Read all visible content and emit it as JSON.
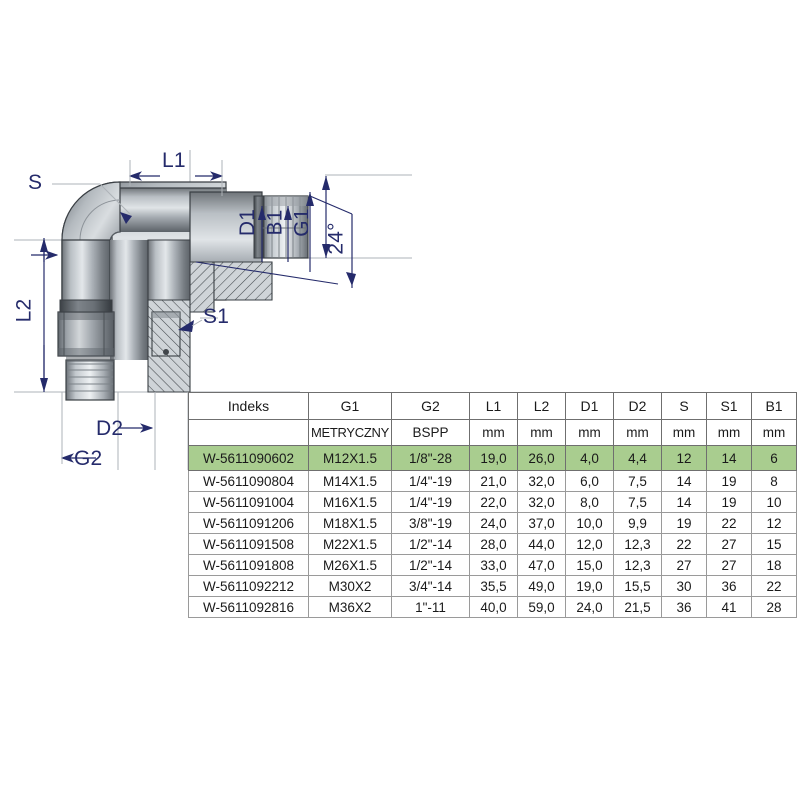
{
  "drawing": {
    "title": "90-degree elbow hydraulic fitting cross-section drawing",
    "labels": {
      "s": "S",
      "s1": "S1",
      "l1": "L1",
      "l2": "L2",
      "d1": "D1",
      "d2": "D2",
      "b1": "B1",
      "g1": "G1",
      "g2": "G2",
      "angle": "24°"
    },
    "line_color": "#252b6b"
  },
  "table": {
    "headers": [
      "Indeks",
      "G1",
      "G2",
      "L1",
      "L2",
      "D1",
      "D2",
      "S",
      "S1",
      "B1"
    ],
    "units": [
      "",
      "METRYCZNY",
      "BSPP",
      "mm",
      "mm",
      "mm",
      "mm",
      "mm",
      "mm",
      "mm"
    ],
    "highlight_color": "#a9cd8f",
    "highlight_row_index": 0,
    "rows": [
      [
        "W-5611090602",
        "M12X1.5",
        "1/8\"-28",
        "19,0",
        "26,0",
        "4,0",
        "4,4",
        "12",
        "14",
        "6"
      ],
      [
        "W-5611090804",
        "M14X1.5",
        "1/4\"-19",
        "21,0",
        "32,0",
        "6,0",
        "7,5",
        "14",
        "19",
        "8"
      ],
      [
        "W-5611091004",
        "M16X1.5",
        "1/4\"-19",
        "22,0",
        "32,0",
        "8,0",
        "7,5",
        "14",
        "19",
        "10"
      ],
      [
        "W-5611091206",
        "M18X1.5",
        "3/8\"-19",
        "24,0",
        "37,0",
        "10,0",
        "9,9",
        "19",
        "22",
        "12"
      ],
      [
        "W-5611091508",
        "M22X1.5",
        "1/2\"-14",
        "28,0",
        "44,0",
        "12,0",
        "12,3",
        "22",
        "27",
        "15"
      ],
      [
        "W-5611091808",
        "M26X1.5",
        "1/2\"-14",
        "33,0",
        "47,0",
        "15,0",
        "12,3",
        "27",
        "27",
        "18"
      ],
      [
        "W-5611092212",
        "M30X2",
        "3/4\"-14",
        "35,5",
        "49,0",
        "19,0",
        "15,5",
        "30",
        "36",
        "22"
      ],
      [
        "W-5611092816",
        "M36X2",
        "1\"-11",
        "40,0",
        "59,0",
        "24,0",
        "21,5",
        "36",
        "41",
        "28"
      ]
    ]
  }
}
